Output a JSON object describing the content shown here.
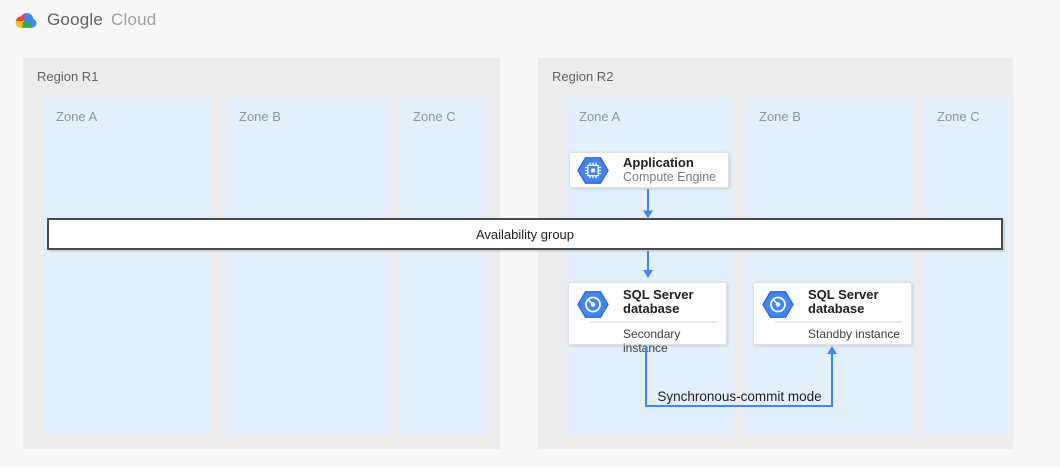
{
  "header": {
    "brand": "Google",
    "product": "Cloud",
    "logo_icon": "google-cloud-logo-icon"
  },
  "regions": [
    {
      "label": "Region R1",
      "zones": [
        {
          "label": "Zone A"
        },
        {
          "label": "Zone B"
        },
        {
          "label": "Zone C"
        }
      ]
    },
    {
      "label": "Region R2",
      "zones": [
        {
          "label": "Zone A"
        },
        {
          "label": "Zone B"
        },
        {
          "label": "Zone C"
        }
      ]
    }
  ],
  "cards": {
    "application": {
      "title": "Application",
      "subtitle": "Compute Engine",
      "icon": "compute-engine-hexagon-icon"
    },
    "sql_secondary": {
      "title_line1": "SQL Server",
      "title_line2": "database",
      "instance": "Secondary instance",
      "icon": "sql-server-disk-hexagon-icon"
    },
    "sql_standby": {
      "title_line1": "SQL Server",
      "title_line2": "database",
      "instance": "Standby instance",
      "icon": "sql-server-disk-hexagon-icon"
    }
  },
  "availability_group": {
    "label": "Availability group"
  },
  "connectors": {
    "app_to_group": "arrow-down",
    "group_to_secondary": "arrow-down",
    "secondary_to_standby": "arrow-up",
    "sync_label": "Synchronous-commit mode"
  },
  "colors": {
    "accent_blue": "#4285f4",
    "hexagon_fill": "#4285f4",
    "hexagon_border": "#3367d6",
    "zone_fill": "#e3f0fc",
    "region_fill": "#ececec",
    "page_bg": "#f7f7f7",
    "bar_border": "#4a4a4a",
    "logo_red": "#EA4335",
    "logo_yellow": "#FBBC05",
    "logo_green": "#34A853",
    "logo_blue": "#4285F4"
  }
}
